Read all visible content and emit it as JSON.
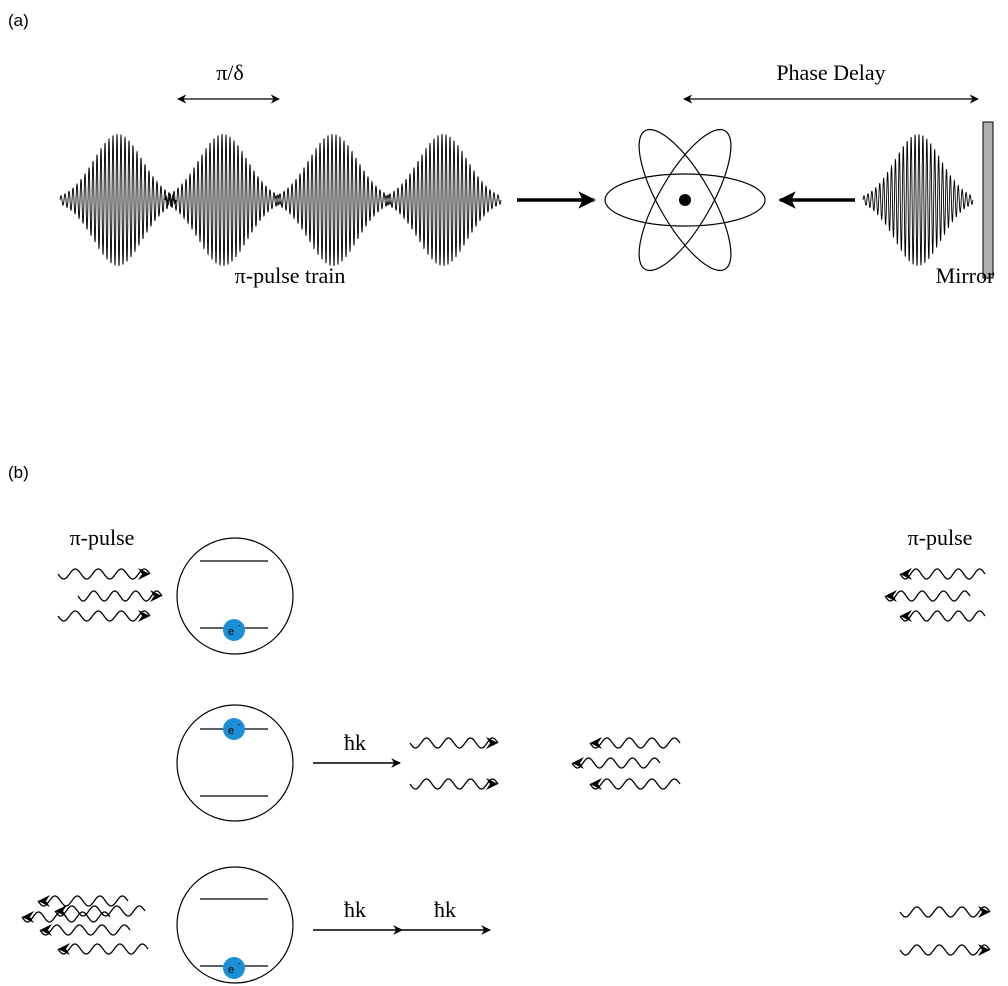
{
  "panel_a": {
    "label": "(a)",
    "pulse_spacing_label": "π/δ",
    "train_label": "π-pulse train",
    "phase_delay_label": "Phase Delay",
    "mirror_label": "Mirror"
  },
  "panel_b": {
    "label": "(b)",
    "left_pulse_label": "π-pulse",
    "right_pulse_label": "π-pulse",
    "electron_label": "e",
    "momentum_label": "ħk"
  },
  "colors": {
    "electron": "#1b8fd6",
    "mirror_fill": "#b0b0b0",
    "ink": "#000000"
  }
}
